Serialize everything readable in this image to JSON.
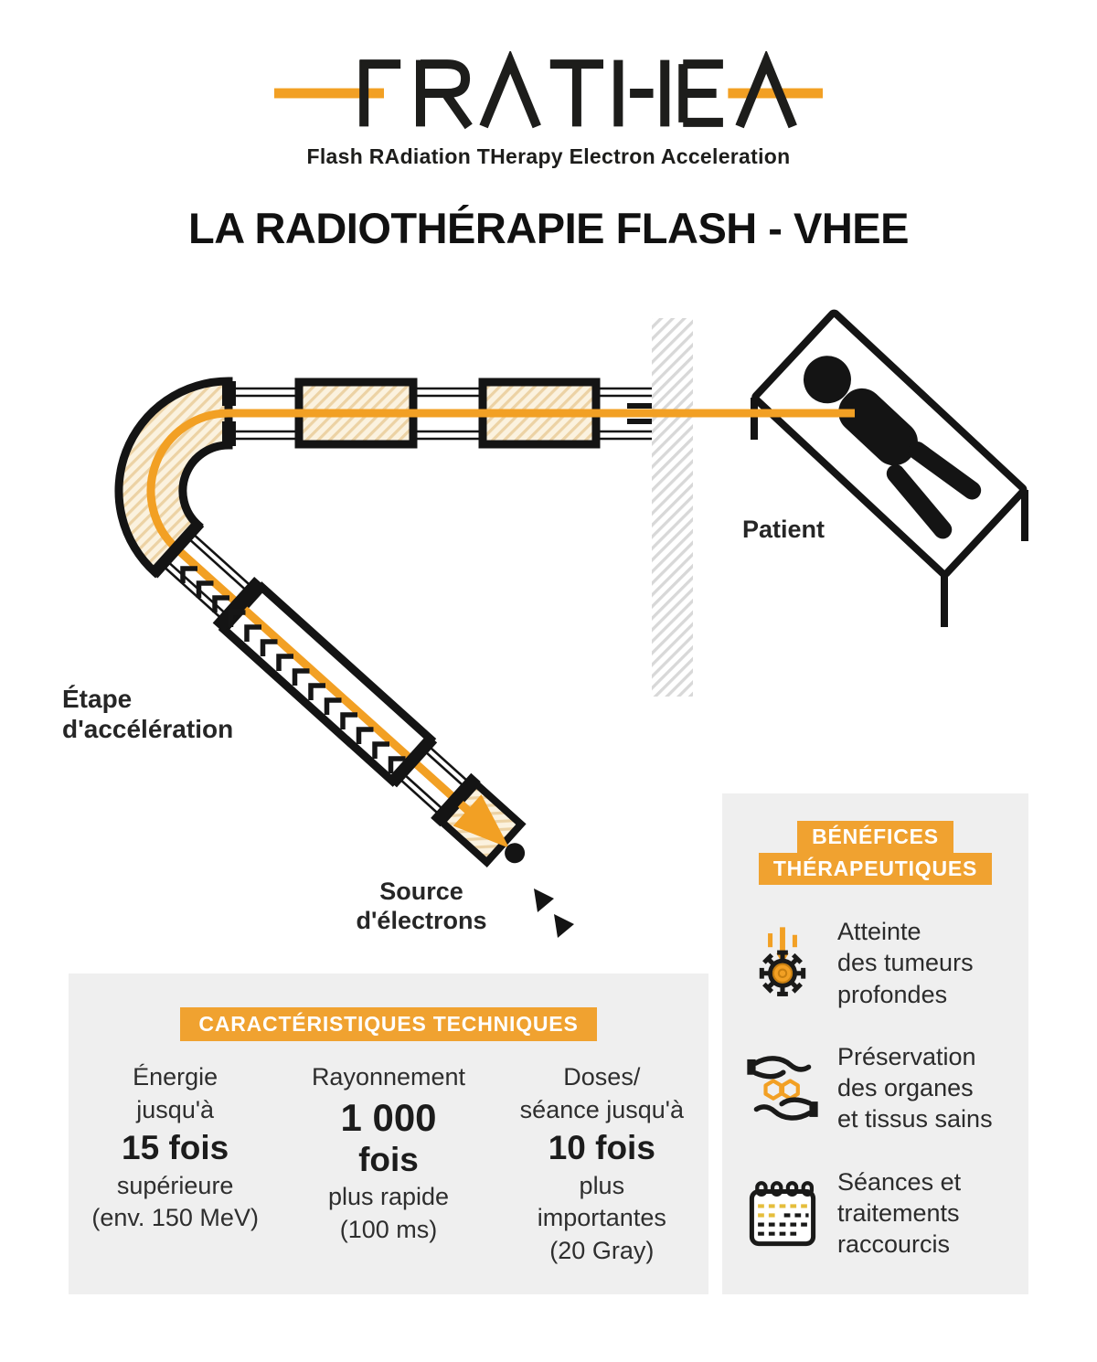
{
  "logo": {
    "name": "FRATHEA",
    "tagline": "Flash RAdiation THerapy Electron Acceleration"
  },
  "title": "LA RADIOTHÉRAPIE FLASH - VHEE",
  "diagram": {
    "patient_label": "Patient",
    "acceleration_label": "Étape\nd'accélération",
    "source_label": "Source\nd'électrons"
  },
  "benefits": {
    "badge_line1": "BÉNÉFICES",
    "badge_line2": "THÉRAPEUTIQUES",
    "items": [
      {
        "icon": "tumor-target-icon",
        "text": "Atteinte\ndes tumeurs\nprofondes"
      },
      {
        "icon": "hands-protection-icon",
        "text": "Préservation\ndes organes\net tissus sains"
      },
      {
        "icon": "calendar-icon",
        "text": "Séances et\ntraitements\nraccourcis"
      }
    ]
  },
  "characteristics": {
    "header": "CARACTÉRISTIQUES TECHNIQUES",
    "col1": {
      "line1": "Énergie",
      "line2": "jusqu'à",
      "big": "15 fois",
      "line3": "supérieure",
      "line4": "(env. 150 MeV)"
    },
    "col2": {
      "line1": "Rayonnement",
      "big1": "1 000",
      "big2": "fois",
      "line3": "plus rapide",
      "line4": "(100 ms)"
    },
    "col3": {
      "line1": "Doses/",
      "line2": "séance jusqu'à",
      "big": "10 fois",
      "line3": "plus",
      "line4": "importantes",
      "line5": "(20 Gray)"
    }
  },
  "colors": {
    "accent_orange": "#F2A024",
    "badge_orange": "#F0A230",
    "panel_gray": "#EFEFEF",
    "ink": "#1A1A19",
    "hatch_cream": "#FBF2DF",
    "hatch_stripe": "#ECD2A4",
    "wall_stripe": "#D8D8D8"
  }
}
